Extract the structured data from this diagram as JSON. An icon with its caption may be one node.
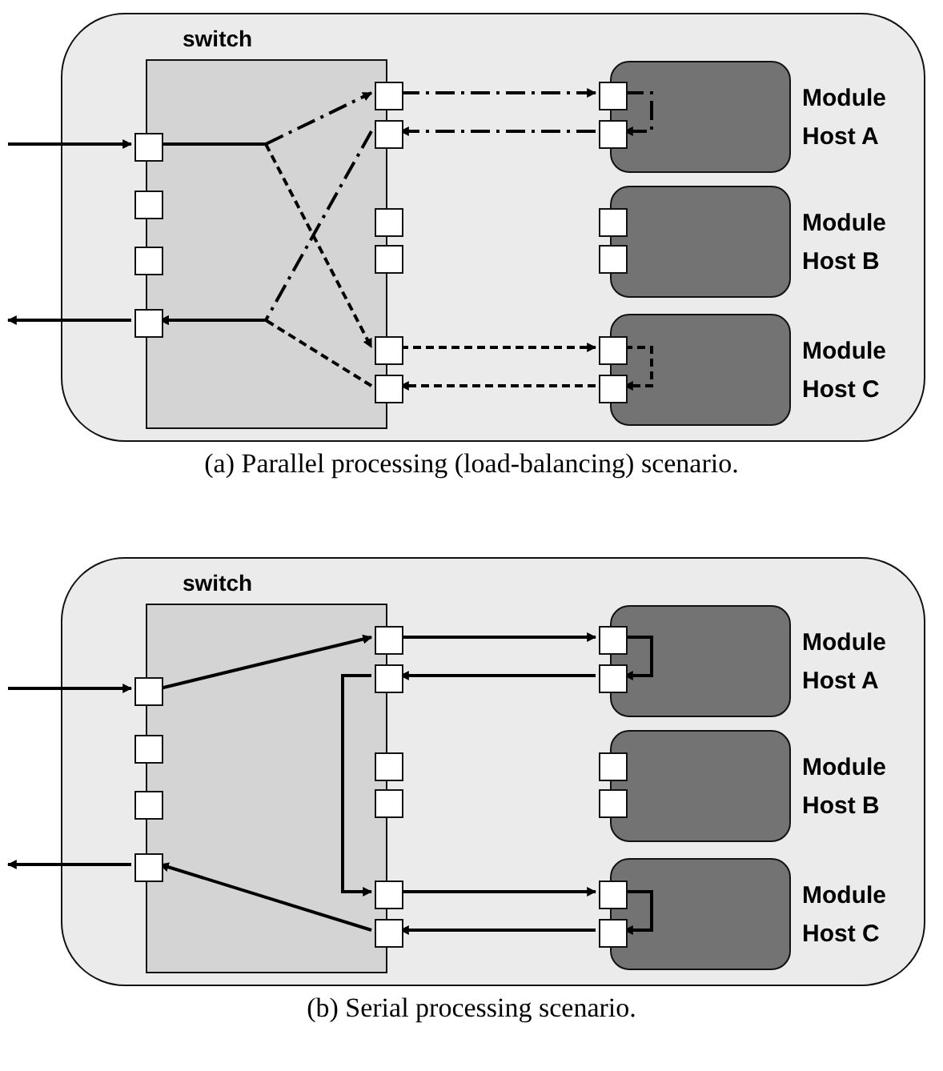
{
  "diagram": {
    "nodes": [
      {
        "text": [],
        "shape": "box"
      },
      {
        "text": [
          "switch"
        ],
        "in": 0
      },
      {
        "text": [],
        "shape": "box",
        "in": 1
      },
      {
        "text": [],
        "shape": "box",
        "in": 1
      },
      {
        "text": [],
        "shape": "box",
        "in": 1
      },
      {
        "text": [],
        "shape": "box",
        "in": 1
      },
      {
        "text": [],
        "shape": "box",
        "in": 1
      },
      {
        "text": [],
        "shape": "box",
        "in": 1
      },
      {
        "text": [],
        "shape": "box",
        "in": 1
      },
      {
        "text": [],
        "shape": "box",
        "in": 1
      },
      {
        "text": [],
        "shape": "box",
        "in": 1
      },
      {
        "text": [],
        "shape": "box",
        "in": 1
      },
      {
        "text": [
          "Module Host A"
        ],
        "in": 0
      },
      {
        "text": [],
        "shape": "box",
        "in": 12
      },
      {
        "text": [],
        "shape": "box",
        "in": 12
      },
      {
        "text": [
          "Module Host B"
        ],
        "in": 0
      },
      {
        "text": [],
        "shape": "box",
        "in": 15
      },
      {
        "text": [],
        "shape": "box",
        "in": 15
      },
      {
        "text": [
          "Module Host C"
        ],
        "in": 0
      },
      {
        "text": [],
        "shape": "box",
        "in": 18
      },
      {
        "text": [],
        "shape": "box",
        "in": 18
      },
      {
        "text": [],
        "shape": "box"
      },
      {
        "text": [
          "switch"
        ],
        "in": 21
      },
      {
        "text": [],
        "shape": "box",
        "in": 22
      },
      {
        "text": [],
        "shape": "box",
        "in": 22
      },
      {
        "text": [],
        "shape": "box",
        "in": 22
      },
      {
        "text": [],
        "shape": "box",
        "in": 22
      },
      {
        "text": [],
        "shape": "box",
        "in": 22
      },
      {
        "text": [],
        "shape": "box",
        "in": 22
      },
      {
        "text": [],
        "shape": "box",
        "in": 22
      },
      {
        "text": [],
        "shape": "box",
        "in": 22
      },
      {
        "text": [],
        "shape": "box",
        "in": 22
      },
      {
        "text": [],
        "shape": "box",
        "in": 22
      },
      {
        "text": [
          "Module Host A"
        ],
        "in": 21
      },
      {
        "text": [],
        "shape": "box",
        "in": 33
      },
      {
        "text": [],
        "shape": "box",
        "in": 33
      },
      {
        "text": [
          "Module Host B"
        ],
        "in": 21
      },
      {
        "text": [],
        "shape": "box",
        "in": 36
      },
      {
        "text": [],
        "shape": "box",
        "in": 36
      },
      {
        "text": [
          "Module Host C"
        ],
        "in": 21
      },
      {
        "text": [],
        "shape": "box",
        "in": 39
      },
      {
        "text": [],
        "shape": "box",
        "in": 39
      }
    ],
    "edges": [
      {
        "from": null,
        "to": 2,
        "arrow": "to"
      },
      {
        "from": 2,
        "to": 6,
        "arrow": "to",
        "style": "dashed"
      },
      {
        "from": 2,
        "to": 10,
        "arrow": "to",
        "style": "dashed"
      },
      {
        "from": 6,
        "to": 13,
        "arrow": "to",
        "style": "dashed"
      },
      {
        "from": 13,
        "to": 14,
        "arrow": "to",
        "style": "dashed"
      },
      {
        "from": 14,
        "to": 7,
        "arrow": "to",
        "style": "dashed"
      },
      {
        "from": 7,
        "to": 5,
        "arrow": "to",
        "style": "dashed"
      },
      {
        "from": 11,
        "to": 5,
        "arrow": "to",
        "style": "dashed"
      },
      {
        "from": 10,
        "to": 19,
        "arrow": "to",
        "style": "dashed"
      },
      {
        "from": 19,
        "to": 20,
        "arrow": "to",
        "style": "dashed"
      },
      {
        "from": 20,
        "to": 11,
        "arrow": "to",
        "style": "dashed"
      },
      {
        "from": 5,
        "to": null,
        "arrow": "to"
      },
      {
        "from": null,
        "to": 23,
        "arrow": "to"
      },
      {
        "from": 23,
        "to": 27,
        "arrow": "to"
      },
      {
        "from": 27,
        "to": 34,
        "arrow": "to"
      },
      {
        "from": 34,
        "to": 35,
        "arrow": "to"
      },
      {
        "from": 35,
        "to": 28,
        "arrow": "to"
      },
      {
        "from": 28,
        "to": 31,
        "arrow": "to"
      },
      {
        "from": 31,
        "to": 40,
        "arrow": "to"
      },
      {
        "from": 40,
        "to": 41,
        "arrow": "to"
      },
      {
        "from": 41,
        "to": 32,
        "arrow": "to"
      },
      {
        "from": 32,
        "to": 26,
        "arrow": "to"
      },
      {
        "from": 26,
        "to": null,
        "arrow": "to"
      }
    ],
    "labels": [
      "(a) Parallel processing (load-balancing) scenario.",
      "(b) Serial processing scenario."
    ]
  }
}
